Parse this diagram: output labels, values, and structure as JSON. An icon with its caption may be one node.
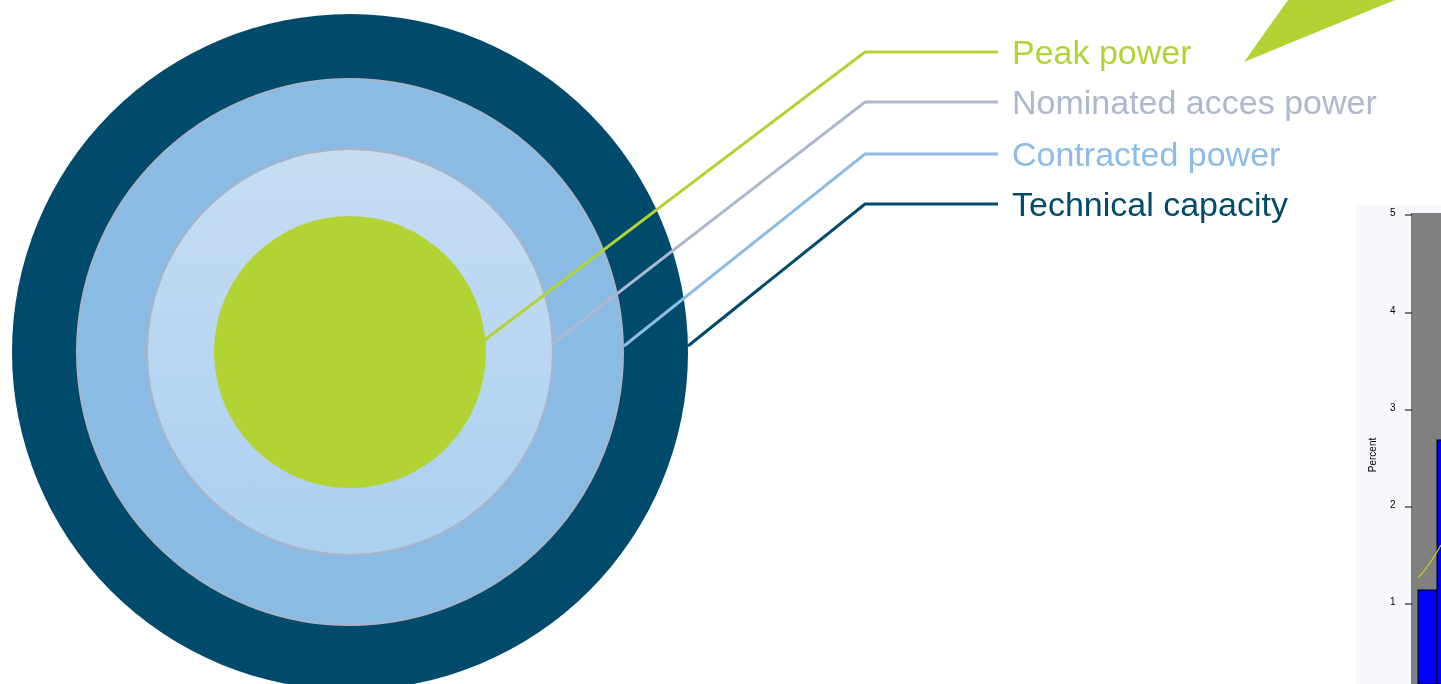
{
  "diagram": {
    "nodes": [
      {
        "text": [],
        "shape": "circle"
      },
      {
        "text": [],
        "shape": "circle",
        "in": 0
      },
      {
        "text": [],
        "shape": "circle",
        "in": 1
      },
      {
        "text": [],
        "shape": "circle",
        "in": 2
      },
      {
        "text": [
          "Peak power"
        ]
      },
      {
        "text": [
          "Nominated acces power"
        ]
      },
      {
        "text": [
          "Contracted power"
        ]
      },
      {
        "text": [
          "Technical capacity"
        ]
      },
      {
        "text": [],
        "shape": "triangle"
      }
    ],
    "edges": [
      {
        "from": 4,
        "to": 3,
        "arrow": "none",
        "color": "#b3d334"
      },
      {
        "from": 5,
        "to": 2,
        "arrow": "none",
        "color": "#aeb8cc"
      },
      {
        "from": 6,
        "to": 1,
        "arrow": "none",
        "color": "#8bbbe6"
      },
      {
        "from": 7,
        "to": 0,
        "arrow": "none",
        "color": "#004b6b"
      }
    ],
    "labels": [
      "5",
      "4",
      "3",
      "2",
      "Percent",
      "1"
    ]
  }
}
